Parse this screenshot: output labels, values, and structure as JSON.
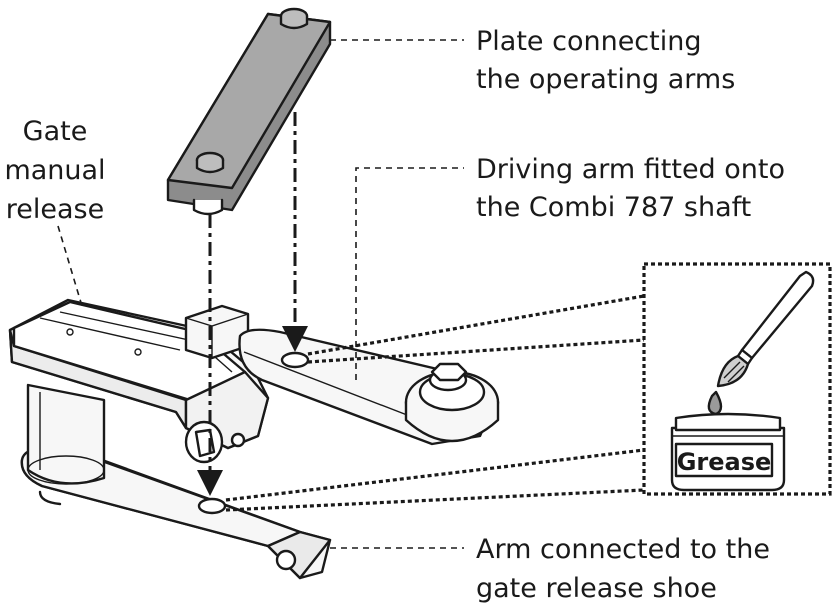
{
  "labels": {
    "plate_line1": "Plate connecting",
    "plate_line2": "the operating arms",
    "release_line1": "Gate",
    "release_line2": "manual",
    "release_line3": "release",
    "driving_line1": "Driving arm fitted onto",
    "driving_line2": "the Combi 787 shaft",
    "shoe_line1": "Arm connected to the",
    "shoe_line2": "gate release shoe",
    "grease": "Grease"
  },
  "icons": [
    "plate-icon",
    "motor-housing-icon",
    "driving-arm-icon",
    "lower-arm-icon",
    "brush-icon",
    "grease-jar-icon"
  ],
  "colors": {
    "ink": "#1a1a1a",
    "plate_fill": "#8c8c8c",
    "part_fill": "#f7f7f7",
    "grease_drop": "#9a9a9a"
  }
}
